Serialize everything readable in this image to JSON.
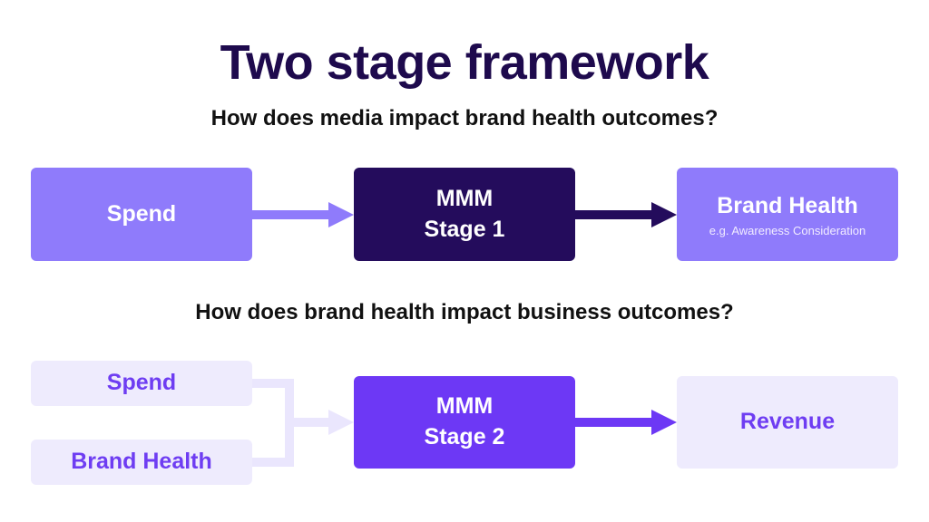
{
  "title": "Two stage framework",
  "stage1": {
    "question": "How does media impact brand health outcomes?",
    "input_label": "Spend",
    "model_line1": "MMM",
    "model_line2": "Stage 1",
    "output_label": "Brand Health",
    "output_sublabel": "e.g. Awareness Consideration"
  },
  "stage2": {
    "question": "How does brand health impact business outcomes?",
    "input1_label": "Spend",
    "input2_label": "Brand Health",
    "model_line1": "MMM",
    "model_line2": "Stage 2",
    "output_label": "Revenue"
  },
  "colors": {
    "title": "#1e0a4d",
    "light_purple": "#8f7bfb",
    "dark_purple": "#240c5c",
    "vivid_purple": "#6d38f5",
    "pale_lavender": "#eeebfd",
    "connector_light": "#eae6fd"
  }
}
